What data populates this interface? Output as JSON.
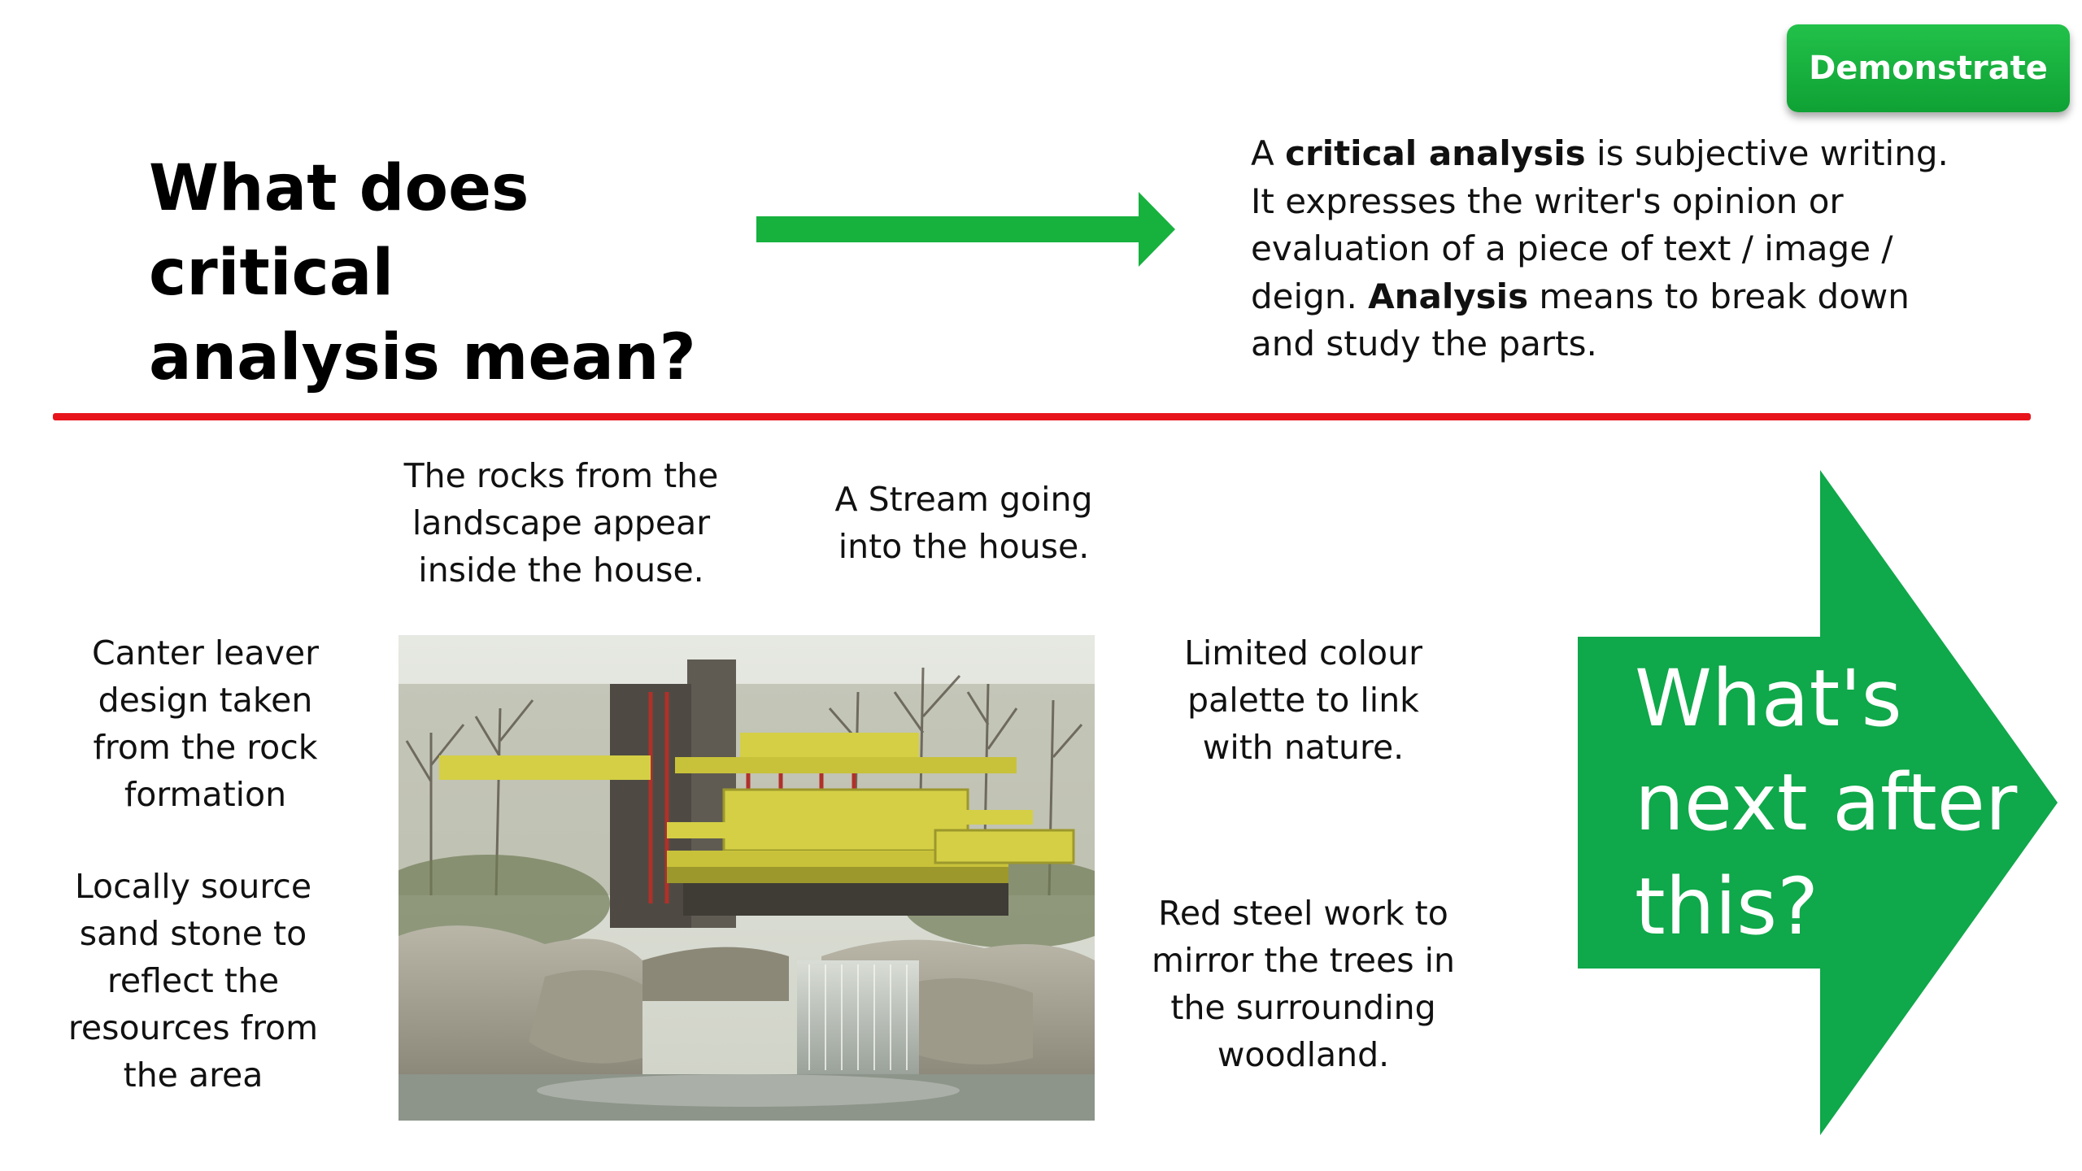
{
  "demonstrate_button": "Demonstrate",
  "title": [
    "What does critical",
    "analysis mean?"
  ],
  "definition": {
    "part1": "A ",
    "bold1": "critical analysis",
    "part2": " is subjective writing. It expresses the writer's opinion or evaluation of a piece of text / image / deign. ",
    "bold2": "Analysis",
    "part3": " means to break down and study the parts."
  },
  "annotations": {
    "rocks": [
      "The rocks from the",
      "landscape appear",
      "inside the house."
    ],
    "stream": [
      "A Stream going",
      "into the house."
    ],
    "canter": [
      "Canter leaver",
      "design taken",
      "from the rock",
      "formation"
    ],
    "local": [
      "Locally source",
      "sand stone to",
      "reflect the",
      "resources from",
      "the area"
    ],
    "colour": [
      "Limited colour",
      "palette to link",
      "with nature."
    ],
    "red_steel": [
      "Red steel work to",
      "mirror the trees in",
      "the surrounding",
      "woodland."
    ]
  },
  "next_arrow": [
    "What's",
    "next after",
    "this?"
  ],
  "colors": {
    "accent_green": "#0fa84a",
    "button_green": "#17b13e",
    "divider_red": "#e8141c",
    "house_yellow": "#d4cf45",
    "steel_red": "#b0302a"
  },
  "icons": {
    "top_arrow": "right-arrow-icon",
    "big_arrow": "big-right-arrow-shape",
    "photo": "house-over-waterfall-image"
  }
}
